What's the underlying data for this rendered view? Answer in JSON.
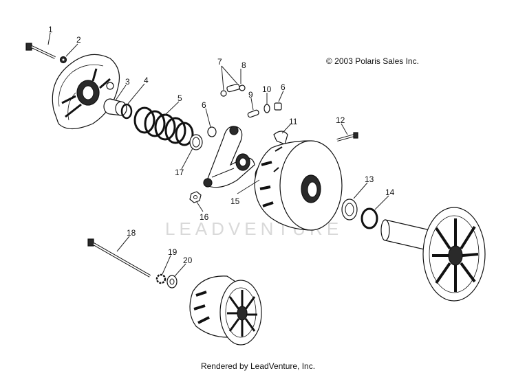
{
  "copyright": "© 2003 Polaris Sales Inc.",
  "footer": "Rendered by LeadVenture, Inc.",
  "watermark": "LEADVENTURE",
  "parts": [
    {
      "id": "1",
      "label": "1"
    },
    {
      "id": "2",
      "label": "2"
    },
    {
      "id": "3",
      "label": "3"
    },
    {
      "id": "4",
      "label": "4"
    },
    {
      "id": "5",
      "label": "5"
    },
    {
      "id": "6a",
      "label": "6"
    },
    {
      "id": "6b",
      "label": "6"
    },
    {
      "id": "7",
      "label": "7"
    },
    {
      "id": "8",
      "label": "8"
    },
    {
      "id": "9",
      "label": "9"
    },
    {
      "id": "10",
      "label": "10"
    },
    {
      "id": "11",
      "label": "11"
    },
    {
      "id": "12",
      "label": "12"
    },
    {
      "id": "13",
      "label": "13"
    },
    {
      "id": "14",
      "label": "14"
    },
    {
      "id": "15",
      "label": "15"
    },
    {
      "id": "16",
      "label": "16"
    },
    {
      "id": "17",
      "label": "17"
    },
    {
      "id": "18",
      "label": "18"
    },
    {
      "id": "19",
      "label": "19"
    },
    {
      "id": "20",
      "label": "20"
    }
  ]
}
